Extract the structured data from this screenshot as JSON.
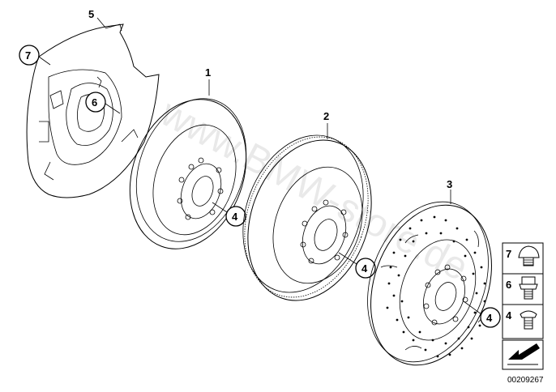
{
  "parts": {
    "dust_shield": "5",
    "disc_standard": "1",
    "disc_vented": "2",
    "disc_sport": "3",
    "bolt_center": "4",
    "bolt_shield": "6",
    "screw_ref": "7"
  },
  "callouts": {
    "shield_a": "7",
    "shield_b": "6",
    "disc1_bolt": "4",
    "disc2_bolt": "4",
    "disc3_bolt": "4"
  },
  "legend": {
    "item1": "7",
    "item2": "6",
    "item3": "4"
  },
  "watermark": "www.BMW-store.de",
  "diagram_number": "00209267"
}
